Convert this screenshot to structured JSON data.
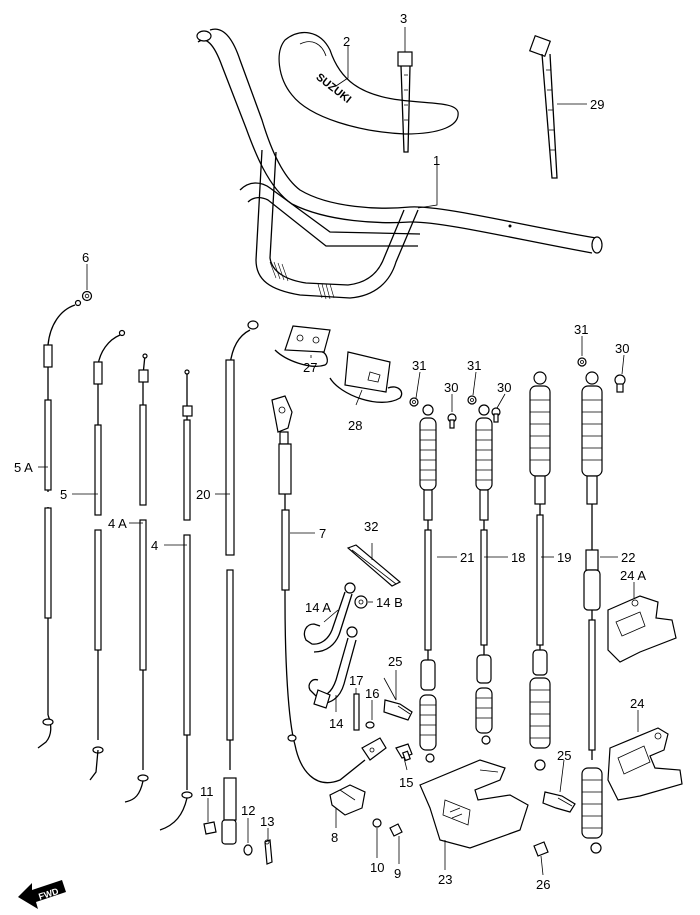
{
  "diagram": {
    "type": "exploded parts diagram",
    "subject": "Handlebar and control cables",
    "brand_mark": "SUZUKI",
    "direction_mark": "FWD"
  },
  "parts": [
    {
      "id": "p1",
      "label": "1"
    },
    {
      "id": "p2",
      "label": "2"
    },
    {
      "id": "p3",
      "label": "3"
    },
    {
      "id": "p4",
      "label": "4"
    },
    {
      "id": "p4a",
      "label": "4 A"
    },
    {
      "id": "p5",
      "label": "5"
    },
    {
      "id": "p5a",
      "label": "5 A"
    },
    {
      "id": "p6",
      "label": "6"
    },
    {
      "id": "p7",
      "label": "7"
    },
    {
      "id": "p8",
      "label": "8"
    },
    {
      "id": "p9",
      "label": "9"
    },
    {
      "id": "p10",
      "label": "10"
    },
    {
      "id": "p11",
      "label": "11"
    },
    {
      "id": "p12",
      "label": "12"
    },
    {
      "id": "p13",
      "label": "13"
    },
    {
      "id": "p14",
      "label": "14"
    },
    {
      "id": "p14a",
      "label": "14 A"
    },
    {
      "id": "p14b",
      "label": "14 B"
    },
    {
      "id": "p15",
      "label": "15"
    },
    {
      "id": "p16",
      "label": "16"
    },
    {
      "id": "p17",
      "label": "17"
    },
    {
      "id": "p18",
      "label": "18"
    },
    {
      "id": "p19",
      "label": "19"
    },
    {
      "id": "p20",
      "label": "20"
    },
    {
      "id": "p21",
      "label": "21"
    },
    {
      "id": "p22",
      "label": "22"
    },
    {
      "id": "p23",
      "label": "23"
    },
    {
      "id": "p24",
      "label": "24"
    },
    {
      "id": "p24a",
      "label": "24 A"
    },
    {
      "id": "p25a",
      "label": "25"
    },
    {
      "id": "p25b",
      "label": "25"
    },
    {
      "id": "p26",
      "label": "26"
    },
    {
      "id": "p27",
      "label": "27"
    },
    {
      "id": "p28",
      "label": "28"
    },
    {
      "id": "p29",
      "label": "29"
    },
    {
      "id": "p30a",
      "label": "30"
    },
    {
      "id": "p30b",
      "label": "30"
    },
    {
      "id": "p30c",
      "label": "30"
    },
    {
      "id": "p31a",
      "label": "31"
    },
    {
      "id": "p31b",
      "label": "31"
    },
    {
      "id": "p31c",
      "label": "31"
    },
    {
      "id": "p32",
      "label": "32"
    }
  ]
}
